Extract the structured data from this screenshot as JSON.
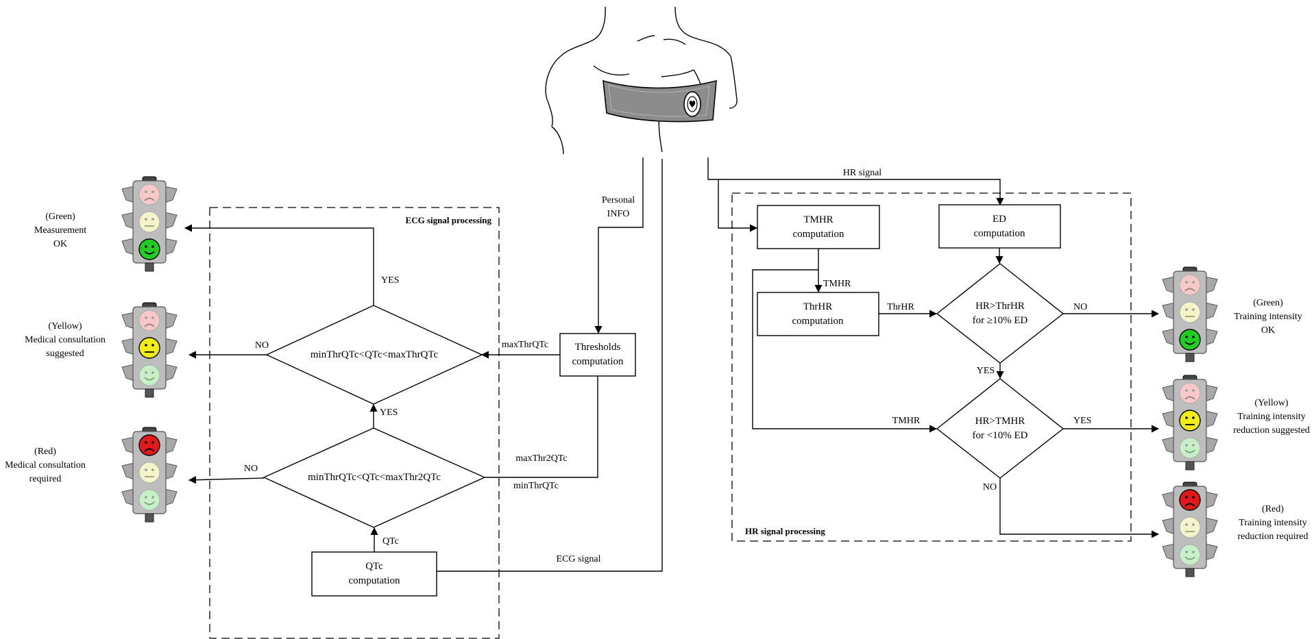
{
  "panels": {
    "ecg": "ECG signal processing",
    "hr": "HR signal processing"
  },
  "ecg": {
    "personal_info": [
      "Personal",
      "INFO"
    ],
    "thresholds": [
      "Thresholds",
      "computation"
    ],
    "max_thr_qtc": "maxThrQTc",
    "max_thr2_qtc": "maxThr2QTc",
    "min_thr_qtc": "minThrQTc",
    "diamond_top": "minThrQTc<QTc<maxThrQTc",
    "diamond_bottom": "minThrQTc<QTc<maxThr2QTc",
    "qtc_box": [
      "QTc",
      "computation"
    ],
    "qtc": "QTc",
    "ecg_signal": "ECG signal",
    "yes1": "YES",
    "yes2": "YES",
    "no1": "NO",
    "no2": "NO"
  },
  "hr": {
    "hr_signal": "HR signal",
    "tmhr_box": [
      "TMHR",
      "computation"
    ],
    "ed_box": [
      "ED",
      "computation"
    ],
    "thrhr_box": [
      "ThrHR",
      "computation"
    ],
    "tmhr_label": "TMHR",
    "tmhr_label2": "TMHR",
    "thrhr_label": "ThrHR",
    "diamond_top": [
      "HR>ThrHR",
      "for ≥10% ED"
    ],
    "diamond_bottom": [
      "HR>TMHR",
      "for <10% ED"
    ],
    "no1": "NO",
    "yes1": "YES",
    "yes2": "YES",
    "no2": "NO"
  },
  "outcomes_left": {
    "green": [
      "(Green)",
      "Measurement",
      "OK"
    ],
    "yellow": [
      "(Yellow)",
      "Medical consultation",
      "suggested"
    ],
    "red": [
      "(Red)",
      "Medical consultation",
      "required"
    ]
  },
  "outcomes_right": {
    "green": [
      "(Green)",
      "Training intensity",
      "OK"
    ],
    "yellow": [
      "(Yellow)",
      "Training intensity",
      "reduction suggested"
    ],
    "red": [
      "(Red)",
      "Training intensity",
      "reduction required"
    ]
  },
  "colors": {
    "green_face": "#22cc22",
    "yellow_face": "#f2ec1a",
    "red_face": "#e01a1a",
    "faded_red": "#f6c8c8",
    "faded_yellow": "#f5f3c9",
    "faded_green": "#c8f0c8",
    "housing": "#bdbdbd",
    "strap": "#8c8c8c"
  },
  "icons": [
    "torso-with-chest-strap-icon",
    "traffic-light-icon"
  ]
}
